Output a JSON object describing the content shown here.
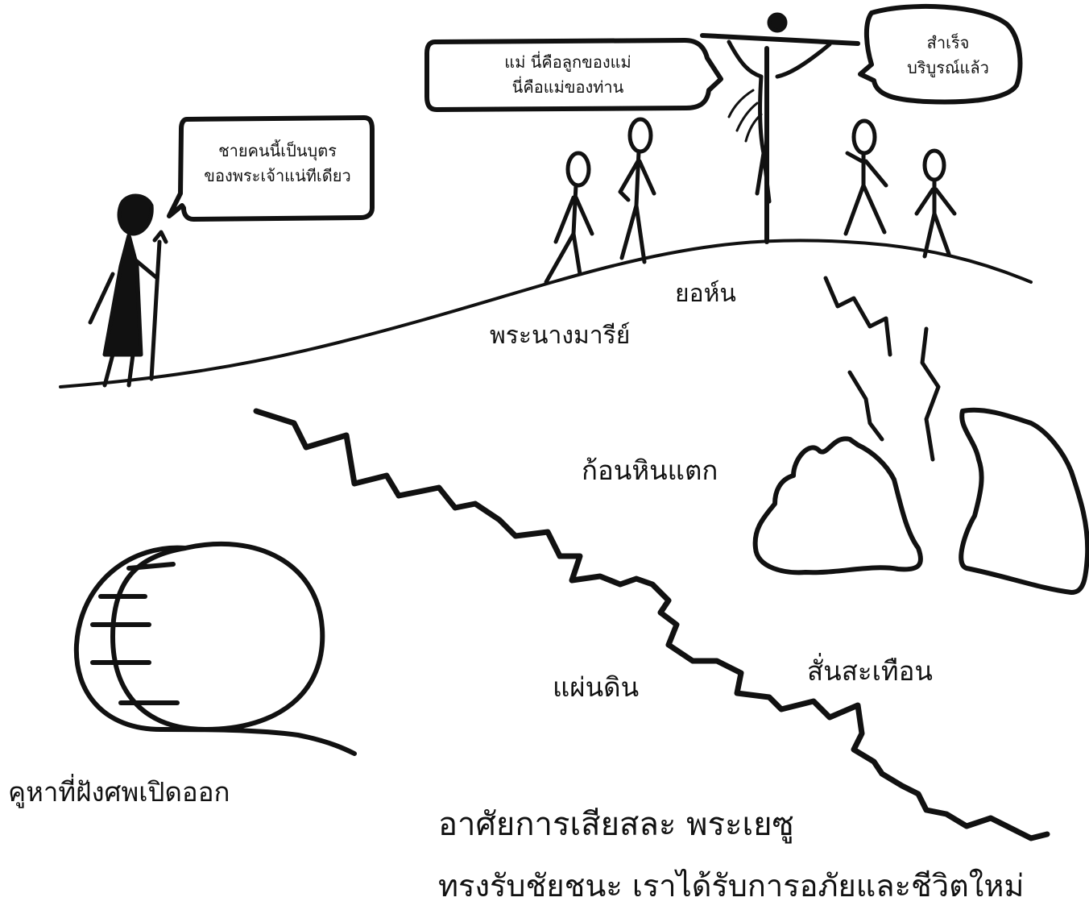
{
  "speech": {
    "centurion": {
      "line1": "ชายคนนี้เป็นบุตร",
      "line2": "ของพระเจ้าแน่ทีเดียว"
    },
    "mother": {
      "line1": "แม่ นี่คือลูกของแม่",
      "line2": "นี่คือแม่ของท่าน"
    },
    "finished": {
      "line1": "สำเร็จ",
      "line2": "บริบูรณ์แล้ว"
    }
  },
  "labels": {
    "john": "ยอห์น",
    "mary": "พระนางมารีย์",
    "rocks": "ก้อนหินแตก",
    "earth": "แผ่นดิน",
    "quake": "สั่นสะเทือน",
    "tomb": "คูหาที่ฝังศพเปิดออก"
  },
  "caption": {
    "line1": "อาศัยการเสียสละ พระเยซู",
    "line2": "ทรงรับชัยชนะ เราได้รับการอภัยและชีวิตใหม่"
  }
}
